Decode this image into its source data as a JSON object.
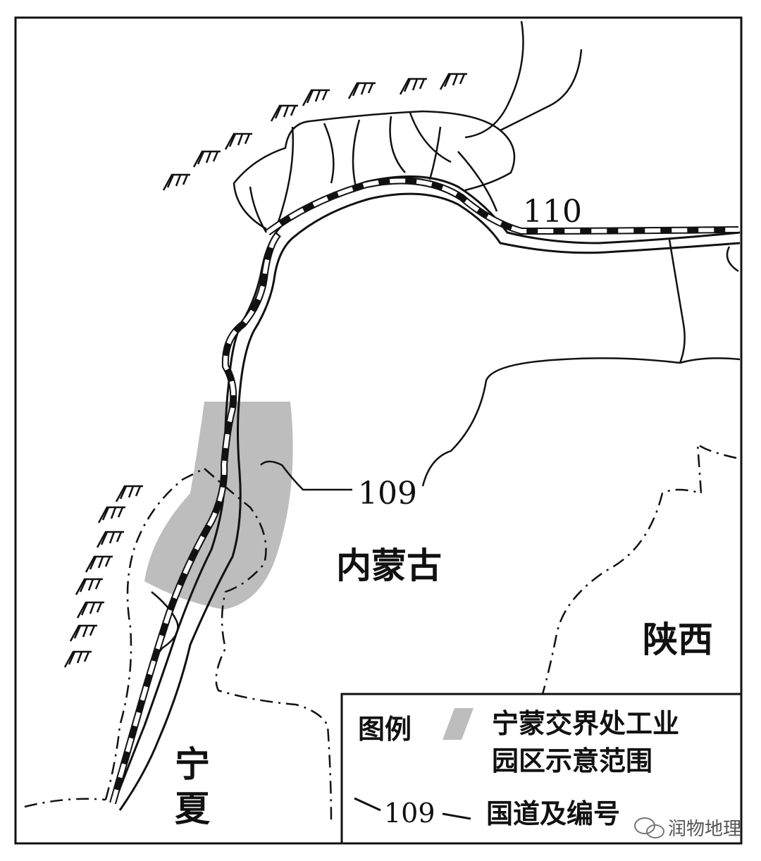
{
  "map": {
    "regions": {
      "inner_mongolia": "内蒙古",
      "shaanxi": "陕西",
      "ningxia_1": "宁",
      "ningxia_2": "夏"
    },
    "roads": {
      "n109": "109",
      "n110": "110"
    },
    "legend": {
      "title": "图例",
      "park_label_line1": "宁蒙交界处工业",
      "park_label_line2": "园区示意范围",
      "road_number": "109",
      "road_label": "国道及编号"
    },
    "watermark": "润物地理",
    "colors": {
      "park_fill": "#bdbdbd",
      "line": "#111111",
      "background": "#ffffff"
    }
  }
}
